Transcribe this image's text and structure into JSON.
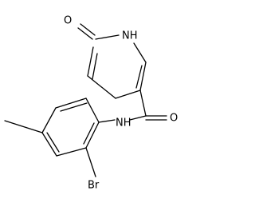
{
  "molecule": {
    "atom_labels": {
      "carbonyl_oxygen_ring": "O",
      "ring_nh": "NH",
      "amide_oxygen": "O",
      "amide_nh": "NH",
      "bromine": "Br"
    }
  },
  "colors": {
    "bond": "#000000",
    "text": "#000000",
    "background": "#ffffff"
  }
}
